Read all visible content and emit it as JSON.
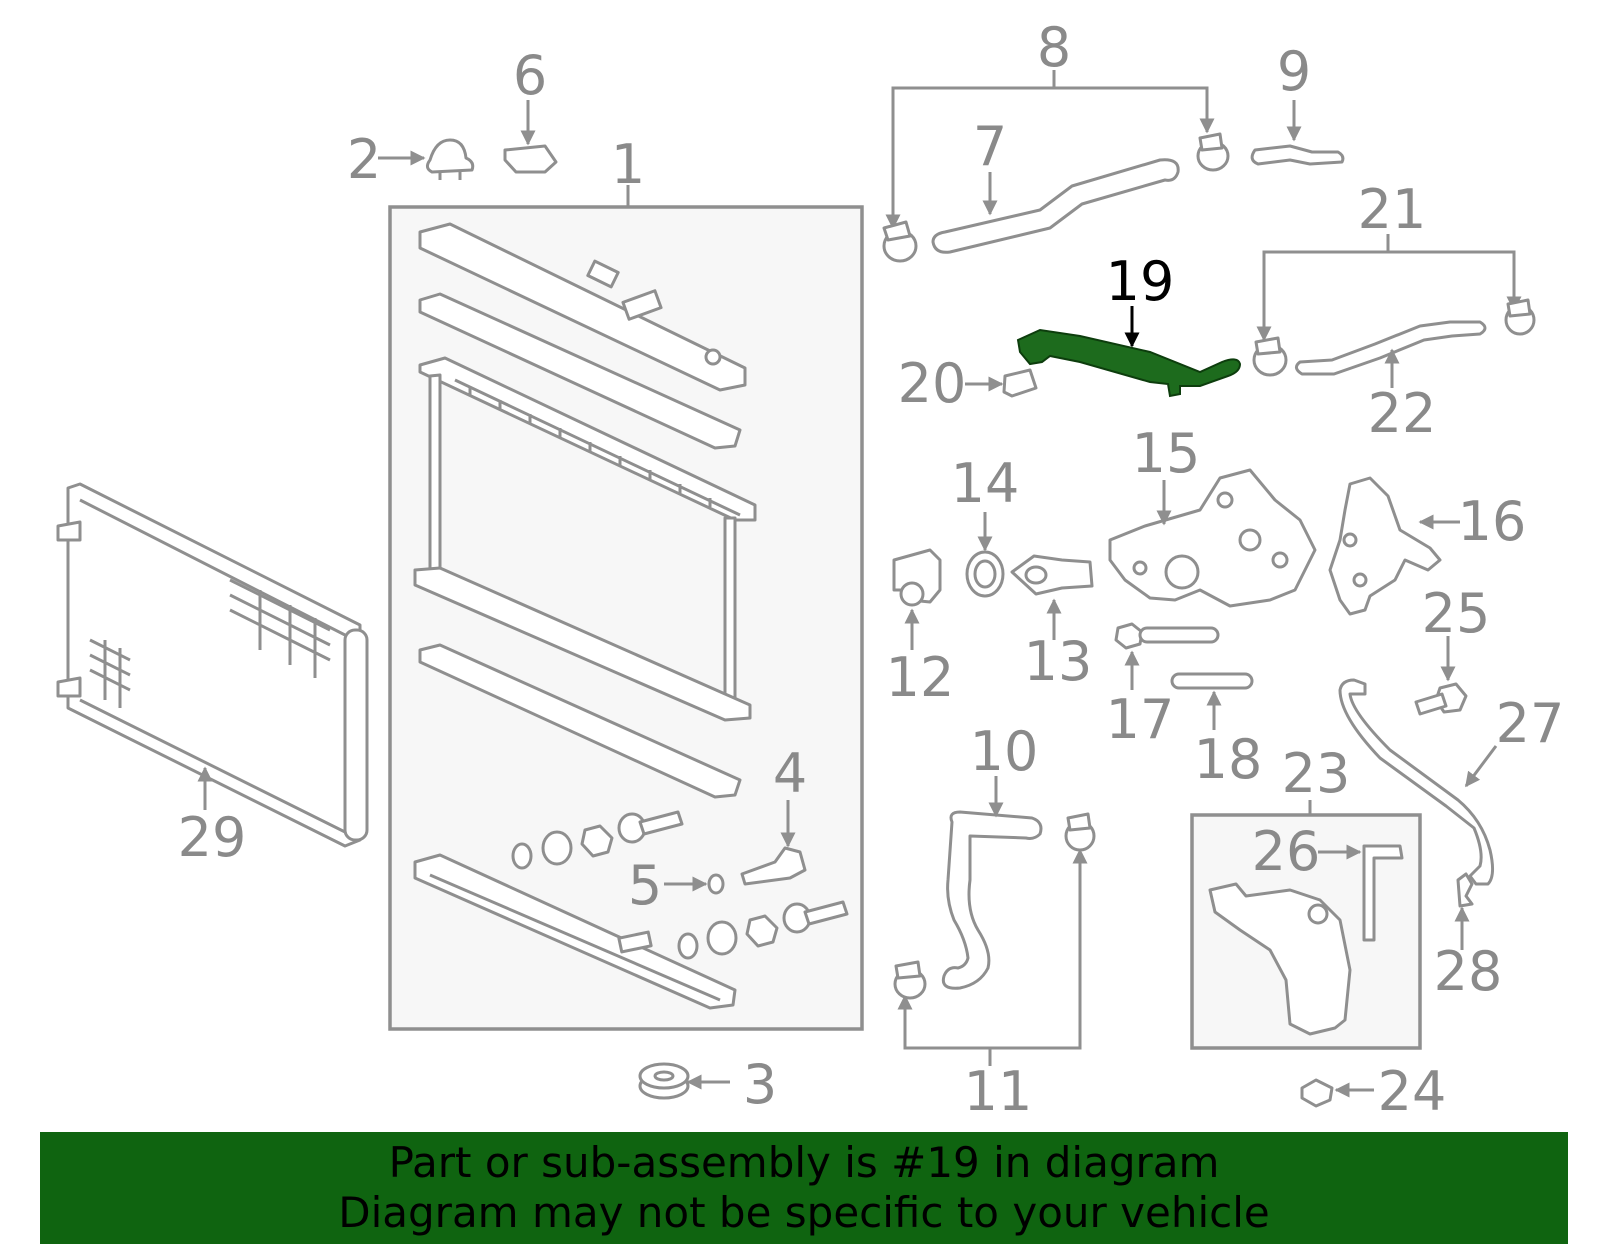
{
  "callouts": {
    "n1": "1",
    "n2": "2",
    "n3": "3",
    "n4": "4",
    "n5": "5",
    "n6": "6",
    "n7": "7",
    "n8": "8",
    "n9": "9",
    "n10": "10",
    "n11": "11",
    "n12": "12",
    "n13": "13",
    "n14": "14",
    "n15": "15",
    "n16": "16",
    "n17": "17",
    "n18": "18",
    "n19": "19",
    "n20": "20",
    "n21": "21",
    "n22": "22",
    "n23": "23",
    "n24": "24",
    "n25": "25",
    "n26": "26",
    "n27": "27",
    "n28": "28",
    "n29": "29"
  },
  "highlight": {
    "part_number": "19",
    "color": "#1d6b1d"
  },
  "banner": {
    "line1": "Part or sub-assembly is #19 in diagram",
    "line2": "Diagram may not be specific to your vehicle",
    "background": "#0f6410"
  }
}
